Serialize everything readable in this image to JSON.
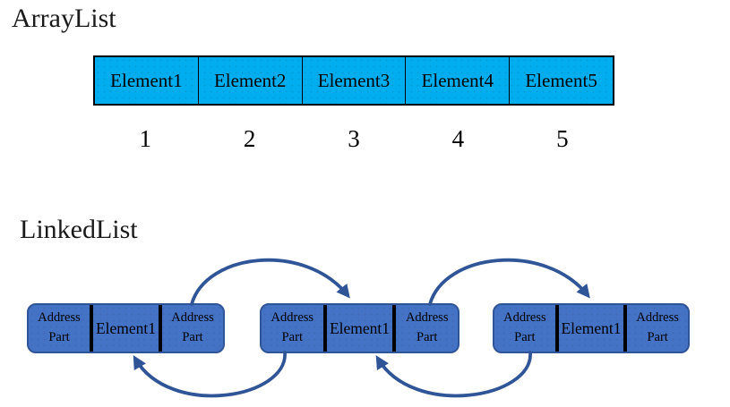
{
  "colors": {
    "array_fill": "#00AEEF",
    "node_fill": "#4472C4",
    "node_border": "#2F5597",
    "arrow": "#2F5597"
  },
  "array_list": {
    "title": "ArrayList",
    "cells": [
      "Element1",
      "Element2",
      "Element3",
      "Element4",
      "Element5"
    ],
    "indices": [
      "1",
      "2",
      "3",
      "4",
      "5"
    ]
  },
  "linked_list": {
    "title": "LinkedList",
    "nodes": [
      {
        "address_left": "Address Part",
        "element": "Element1",
        "address_right": "Address Part"
      },
      {
        "address_left": "Address Part",
        "element": "Element1",
        "address_right": "Address Part"
      },
      {
        "address_left": "Address Part",
        "element": "Element1",
        "address_right": "Address Part"
      }
    ]
  }
}
